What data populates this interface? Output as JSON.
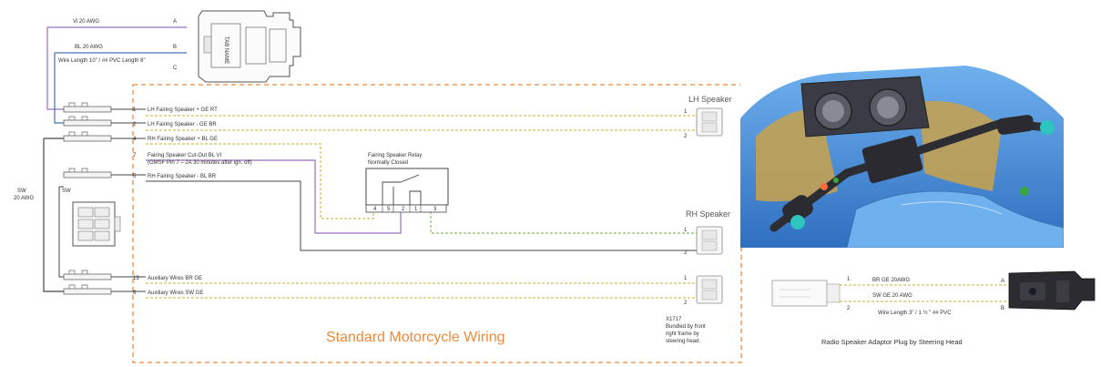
{
  "top_connector": {
    "wire_a": "Vi 20 AWG",
    "pin_a": "A",
    "wire_b": "BL 20 AWG",
    "pin_b": "B",
    "pin_c": "C",
    "wire_length": "Wire Length 10\" / ## PVC Length 8\"",
    "housing_text": "TAB NAME"
  },
  "ground": {
    "left_label_1": "SW",
    "left_label_2": "20 AWG",
    "inner_label": "SW"
  },
  "wires": [
    {
      "pin": "1",
      "label": "LH Fairing Speaker + GE RT"
    },
    {
      "pin": "2",
      "label": "LH Fairing Speaker -  GE BR"
    },
    {
      "pin": "4",
      "label": "RH Fairing Speaker + BL GE"
    },
    {
      "pin": "7",
      "label": "Fairing Speaker Cut-Out  BL VI"
    },
    {
      "pin": "5",
      "label": "RH Fairing Speaker -  BL BR"
    },
    {
      "pin": "13",
      "label": "Auxiliary Wires  BR GE"
    },
    {
      "pin": "6",
      "label": "Auxiliary Wires  SW GE"
    }
  ],
  "cutout_note": "(GMSF Pin 7 – 2A 30 minutes after ign. off)",
  "relay": {
    "title": "Fairing Speaker Relay",
    "subtitle": "Normally Closed",
    "pins": [
      "4",
      "5",
      "2",
      "1",
      "3"
    ]
  },
  "speakers": {
    "lh_title": "LH Speaker",
    "rh_title": "RH Speaker",
    "pin1": "1",
    "pin2": "2"
  },
  "x1717_note": [
    "X1717",
    "Bundled by front",
    "right frame by",
    "steering head."
  ],
  "box_title": "Standard Motorcycle Wiring",
  "adaptor": {
    "pin1": "1",
    "pin2": "2",
    "wire1": "BR GE  20AWG",
    "wire2": "SW GE 20 AWG",
    "pin_a": "A",
    "pin_b": "B",
    "wire_length": "Wire Length 3\" / 1 ½ \" ## PVC",
    "caption": "Radio Speaker Adaptor Plug by Steering Head"
  },
  "colors": {
    "violet": "#9b6fc4",
    "yellow": "#c8b02a",
    "green": "#6fae3a",
    "dark": "#444444",
    "orange_dash": "#ef8a3c",
    "photo_blue": "#4a8fd8"
  }
}
